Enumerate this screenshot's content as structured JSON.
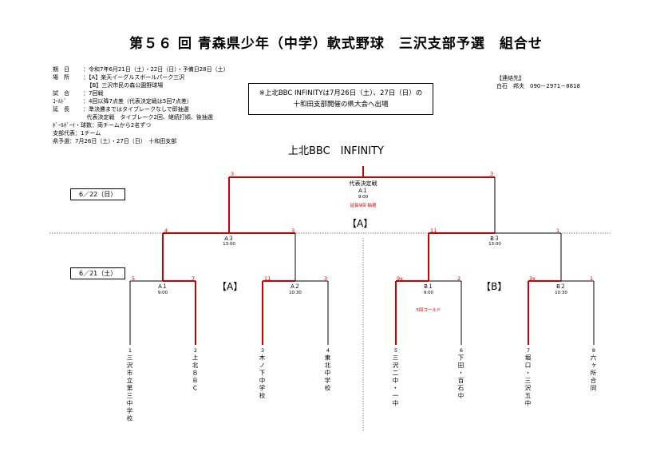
{
  "title": "第５６ 回 青森県少年（中学）軟式野球　三沢支部予選　組合せ",
  "info": [
    {
      "label": "期　日",
      "value": "令和7年6月21日（土）・22日（日）・予備日28日（土）"
    },
    {
      "label": "場　所",
      "value": "【A】楽天イーグルスボールパーク三沢"
    },
    {
      "label": "",
      "value": "【B】三沢市民の森公園野球場"
    },
    {
      "label": "試　合",
      "value": "7回戦"
    },
    {
      "label": "ｺｰﾙﾄﾞ",
      "value": "4回以降7点差（代表決定戦は5回7点差）"
    },
    {
      "label": "延　長",
      "value": "準決勝まではタイブレークなしで即抽選"
    },
    {
      "label": "",
      "value": "代表決定戦　タイブレーク2回、継続打順、後抽選"
    },
    {
      "label": "ﾎﾞｰﾙﾎﾞｰｲ・球数",
      "value": "両チームから2名ずつ"
    },
    {
      "label": "支部代表",
      "value": "1チーム"
    },
    {
      "label": "県予選",
      "value": "7月26日（土）・27日（日）　十和田支部"
    }
  ],
  "contact": {
    "label": "【連絡先】",
    "value": "白石　邦夫　090－2971－8818"
  },
  "notice": [
    "※上北BBC INFINITYは7月26日（土）、27日（日）の",
    "十和田支部開催の県大会へ出場"
  ],
  "winner": "上北BBC　INFINITY",
  "dates": {
    "day2": "6／22（日）",
    "day1": "6／21（土）"
  },
  "final": {
    "label1": "代表決定戦",
    "label2": "A１",
    "time": "9:00",
    "note": "延長9回 抽選",
    "score_left": "3",
    "score_right": "3"
  },
  "blocks": {
    "center": "【A】",
    "left": "【A】",
    "right": "【B】"
  },
  "semis": [
    {
      "label": "A３",
      "time": "13:00",
      "score_left": "4",
      "score_right": "3"
    },
    {
      "label": "B３",
      "time": "13:00",
      "score_left": "11",
      "score_right": "1"
    }
  ],
  "firsts": [
    {
      "label": "A１",
      "time": "9:00",
      "score_left": "5",
      "score_right": "7"
    },
    {
      "label": "A２",
      "time": "10:30",
      "score_left": "11",
      "score_right": "3"
    },
    {
      "label": "B１",
      "time": "9:00",
      "score_left": "9x",
      "score_right": "2",
      "note": "5回コールド"
    },
    {
      "label": "B２",
      "time": "10:30",
      "score_left": "3x",
      "score_right": "1"
    }
  ],
  "teams": [
    {
      "num": "1",
      "name": "三沢市立第三中学校"
    },
    {
      "num": "2",
      "name": "上北ＢＢＣ"
    },
    {
      "num": "3",
      "name": "木ノ下中学校"
    },
    {
      "num": "4",
      "name": "東北中学校"
    },
    {
      "num": "5",
      "name": "三沢二中・一中"
    },
    {
      "num": "6",
      "name": "下田・百石中"
    },
    {
      "num": "7",
      "name": "堀口・三沢五中"
    },
    {
      "num": "8",
      "name": "六ヶ所合同"
    }
  ],
  "colors": {
    "winner_line": "#cc0000",
    "score": "#cc0000"
  }
}
